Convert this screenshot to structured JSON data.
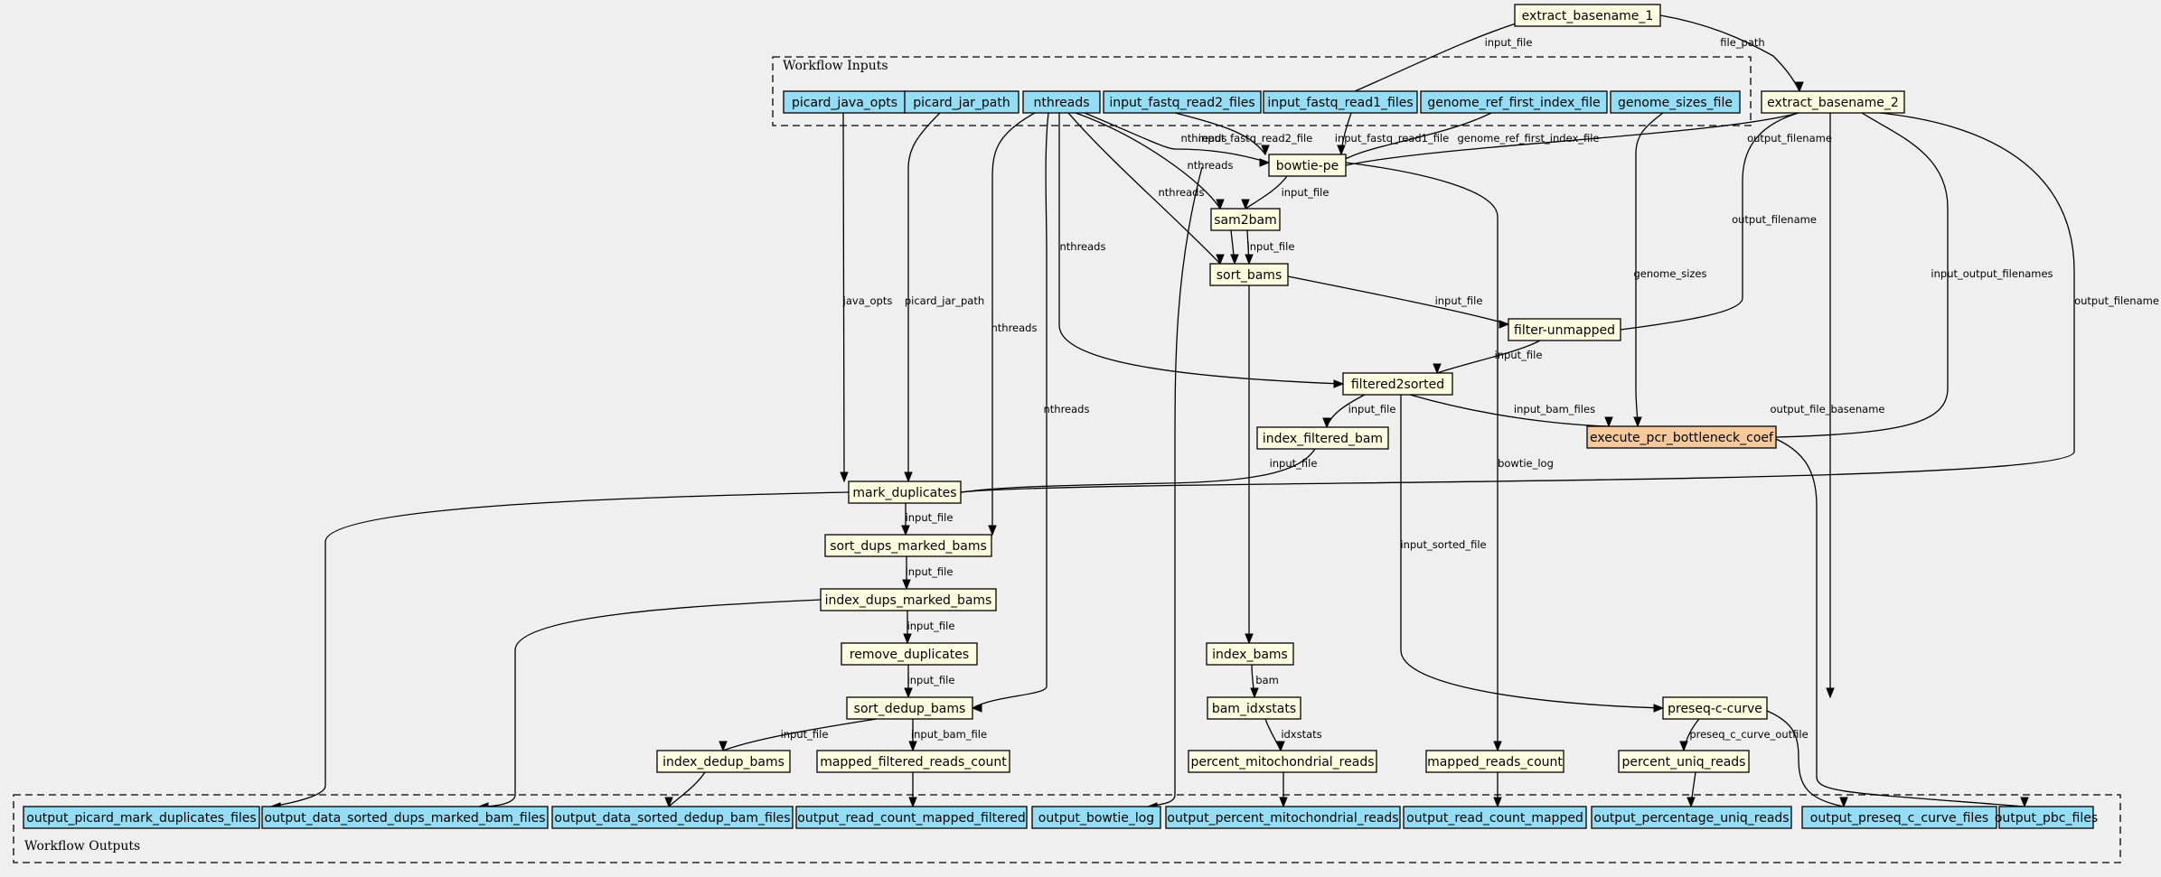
{
  "clusters": {
    "inputs": "Workflow Inputs",
    "outputs": "Workflow Outputs"
  },
  "nodes": [
    {
      "id": "extract_basename_1",
      "label": "extract_basename_1",
      "kind": "step"
    },
    {
      "id": "picard_java_opts",
      "label": "picard_java_opts",
      "kind": "io"
    },
    {
      "id": "picard_jar_path",
      "label": "picard_jar_path",
      "kind": "io"
    },
    {
      "id": "nthreads",
      "label": "nthreads",
      "kind": "io"
    },
    {
      "id": "input_fastq_read2_files",
      "label": "input_fastq_read2_files",
      "kind": "io"
    },
    {
      "id": "input_fastq_read1_files",
      "label": "input_fastq_read1_files",
      "kind": "io"
    },
    {
      "id": "genome_ref_first_index_file",
      "label": "genome_ref_first_index_file",
      "kind": "io"
    },
    {
      "id": "genome_sizes_file",
      "label": "genome_sizes_file",
      "kind": "io"
    },
    {
      "id": "extract_basename_2",
      "label": "extract_basename_2",
      "kind": "step"
    },
    {
      "id": "bowtie-pe",
      "label": "bowtie-pe",
      "kind": "step"
    },
    {
      "id": "sam2bam",
      "label": "sam2bam",
      "kind": "step"
    },
    {
      "id": "sort_bams",
      "label": "sort_bams",
      "kind": "step"
    },
    {
      "id": "filter-unmapped",
      "label": "filter-unmapped",
      "kind": "step"
    },
    {
      "id": "filtered2sorted",
      "label": "filtered2sorted",
      "kind": "step"
    },
    {
      "id": "execute_pcr_bottleneck_coef",
      "label": "execute_pcr_bottleneck_coef",
      "kind": "hl"
    },
    {
      "id": "index_filtered_bam",
      "label": "index_filtered_bam",
      "kind": "step"
    },
    {
      "id": "mark_duplicates",
      "label": "mark_duplicates",
      "kind": "step"
    },
    {
      "id": "sort_dups_marked_bams",
      "label": "sort_dups_marked_bams",
      "kind": "step"
    },
    {
      "id": "index_dups_marked_bams",
      "label": "index_dups_marked_bams",
      "kind": "step"
    },
    {
      "id": "remove_duplicates",
      "label": "remove_duplicates",
      "kind": "step"
    },
    {
      "id": "sort_dedup_bams",
      "label": "sort_dedup_bams",
      "kind": "step"
    },
    {
      "id": "index_dedup_bams",
      "label": "index_dedup_bams",
      "kind": "step"
    },
    {
      "id": "mapped_filtered_reads_count",
      "label": "mapped_filtered_reads_count",
      "kind": "step"
    },
    {
      "id": "index_bams",
      "label": "index_bams",
      "kind": "step"
    },
    {
      "id": "bam_idxstats",
      "label": "bam_idxstats",
      "kind": "step"
    },
    {
      "id": "percent_mitochondrial_reads",
      "label": "percent_mitochondrial_reads",
      "kind": "step"
    },
    {
      "id": "mapped_reads_count",
      "label": "mapped_reads_count",
      "kind": "step"
    },
    {
      "id": "preseq-c-curve",
      "label": "preseq-c-curve",
      "kind": "step"
    },
    {
      "id": "percent_uniq_reads",
      "label": "percent_uniq_reads",
      "kind": "step"
    },
    {
      "id": "output_picard_mark_duplicates_files",
      "label": "output_picard_mark_duplicates_files",
      "kind": "io"
    },
    {
      "id": "output_data_sorted_dups_marked_bam_files",
      "label": "output_data_sorted_dups_marked_bam_files",
      "kind": "io"
    },
    {
      "id": "output_data_sorted_dedup_bam_files",
      "label": "output_data_sorted_dedup_bam_files",
      "kind": "io"
    },
    {
      "id": "output_read_count_mapped_filtered",
      "label": "output_read_count_mapped_filtered",
      "kind": "io"
    },
    {
      "id": "output_bowtie_log",
      "label": "output_bowtie_log",
      "kind": "io"
    },
    {
      "id": "output_percent_mitochondrial_reads",
      "label": "output_percent_mitochondrial_reads",
      "kind": "io"
    },
    {
      "id": "output_read_count_mapped",
      "label": "output_read_count_mapped",
      "kind": "io"
    },
    {
      "id": "output_percentage_uniq_reads",
      "label": "output_percentage_uniq_reads",
      "kind": "io"
    },
    {
      "id": "output_preseq_c_curve_files",
      "label": "output_preseq_c_curve_files",
      "kind": "io"
    },
    {
      "id": "output_pbc_files",
      "label": "output_pbc_files",
      "kind": "io"
    }
  ],
  "edges": [
    {
      "label": "input_file"
    },
    {
      "label": "file_path"
    },
    {
      "label": "java_opts"
    },
    {
      "label": "picard_jar_path"
    },
    {
      "label": "nthreads"
    },
    {
      "label": "nthreads"
    },
    {
      "label": "nthreads"
    },
    {
      "label": "nthreads"
    },
    {
      "label": "nthreads"
    },
    {
      "label": "nthreads"
    },
    {
      "label": "input_fastq_read2_file"
    },
    {
      "label": "input_fastq_read1_file"
    },
    {
      "label": "genome_ref_first_index_file"
    },
    {
      "label": "genome_sizes"
    },
    {
      "label": "output_filename"
    },
    {
      "label": "output_filename"
    },
    {
      "label": "input_output_filenames"
    },
    {
      "label": "output_filename"
    },
    {
      "label": "output_file_basename"
    },
    {
      "label": "input_file"
    },
    {
      "label": ""
    },
    {
      "label": "bowtie_log"
    },
    {
      "label": "input_file"
    },
    {
      "label": "input_file"
    },
    {
      "label": "input_file"
    },
    {
      "label": ""
    },
    {
      "label": "input_file"
    },
    {
      "label": "input_bam_files"
    },
    {
      "label": "input_sorted_file"
    },
    {
      "label": "input_file"
    },
    {
      "label": "input_file"
    },
    {
      "label": "input_file"
    },
    {
      "label": ""
    },
    {
      "label": "input_file"
    },
    {
      "label": ""
    },
    {
      "label": "input_file"
    },
    {
      "label": "input_file"
    },
    {
      "label": "input_bam_file"
    },
    {
      "label": ""
    },
    {
      "label": ""
    },
    {
      "label": "bam"
    },
    {
      "label": "idxstats"
    },
    {
      "label": ""
    },
    {
      "label": ""
    },
    {
      "label": "preseq_c_curve_outfile"
    },
    {
      "label": ""
    },
    {
      "label": ""
    },
    {
      "label": ""
    }
  ]
}
